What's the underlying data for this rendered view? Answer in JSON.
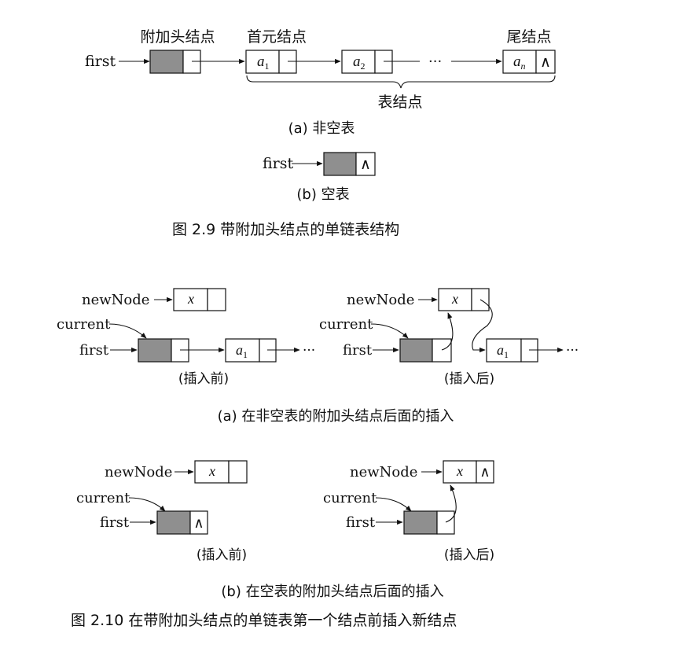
{
  "fig9": {
    "label_head": "附加头结点",
    "label_first_elem": "首元结点",
    "label_tail": "尾结点",
    "label_table_nodes": "表结点",
    "pointer_first": "first",
    "a1_base": "a",
    "a1_sub": "1",
    "a2_base": "a",
    "a2_sub": "2",
    "an_base": "a",
    "an_sub": "n",
    "ellipsis": "···",
    "null_symbol": "∧",
    "caption_a": "(a) 非空表",
    "caption_b": "(b) 空表",
    "figure_caption": "图 2.9   带附加头结点的单链表结构"
  },
  "fig10": {
    "newnode": "newNode",
    "current": "current",
    "first": "first",
    "x": "x",
    "a1_base": "a",
    "a1_sub": "1",
    "ellipsis": "···",
    "null_symbol": "∧",
    "before": "(插入前)",
    "after": "(插入后)",
    "caption_a": "(a) 在非空表的附加头结点后面的插入",
    "caption_b": "(b) 在空表的附加头结点后面的插入",
    "figure_caption": "图 2.10   在带附加头结点的单链表第一个结点前插入新结点"
  }
}
